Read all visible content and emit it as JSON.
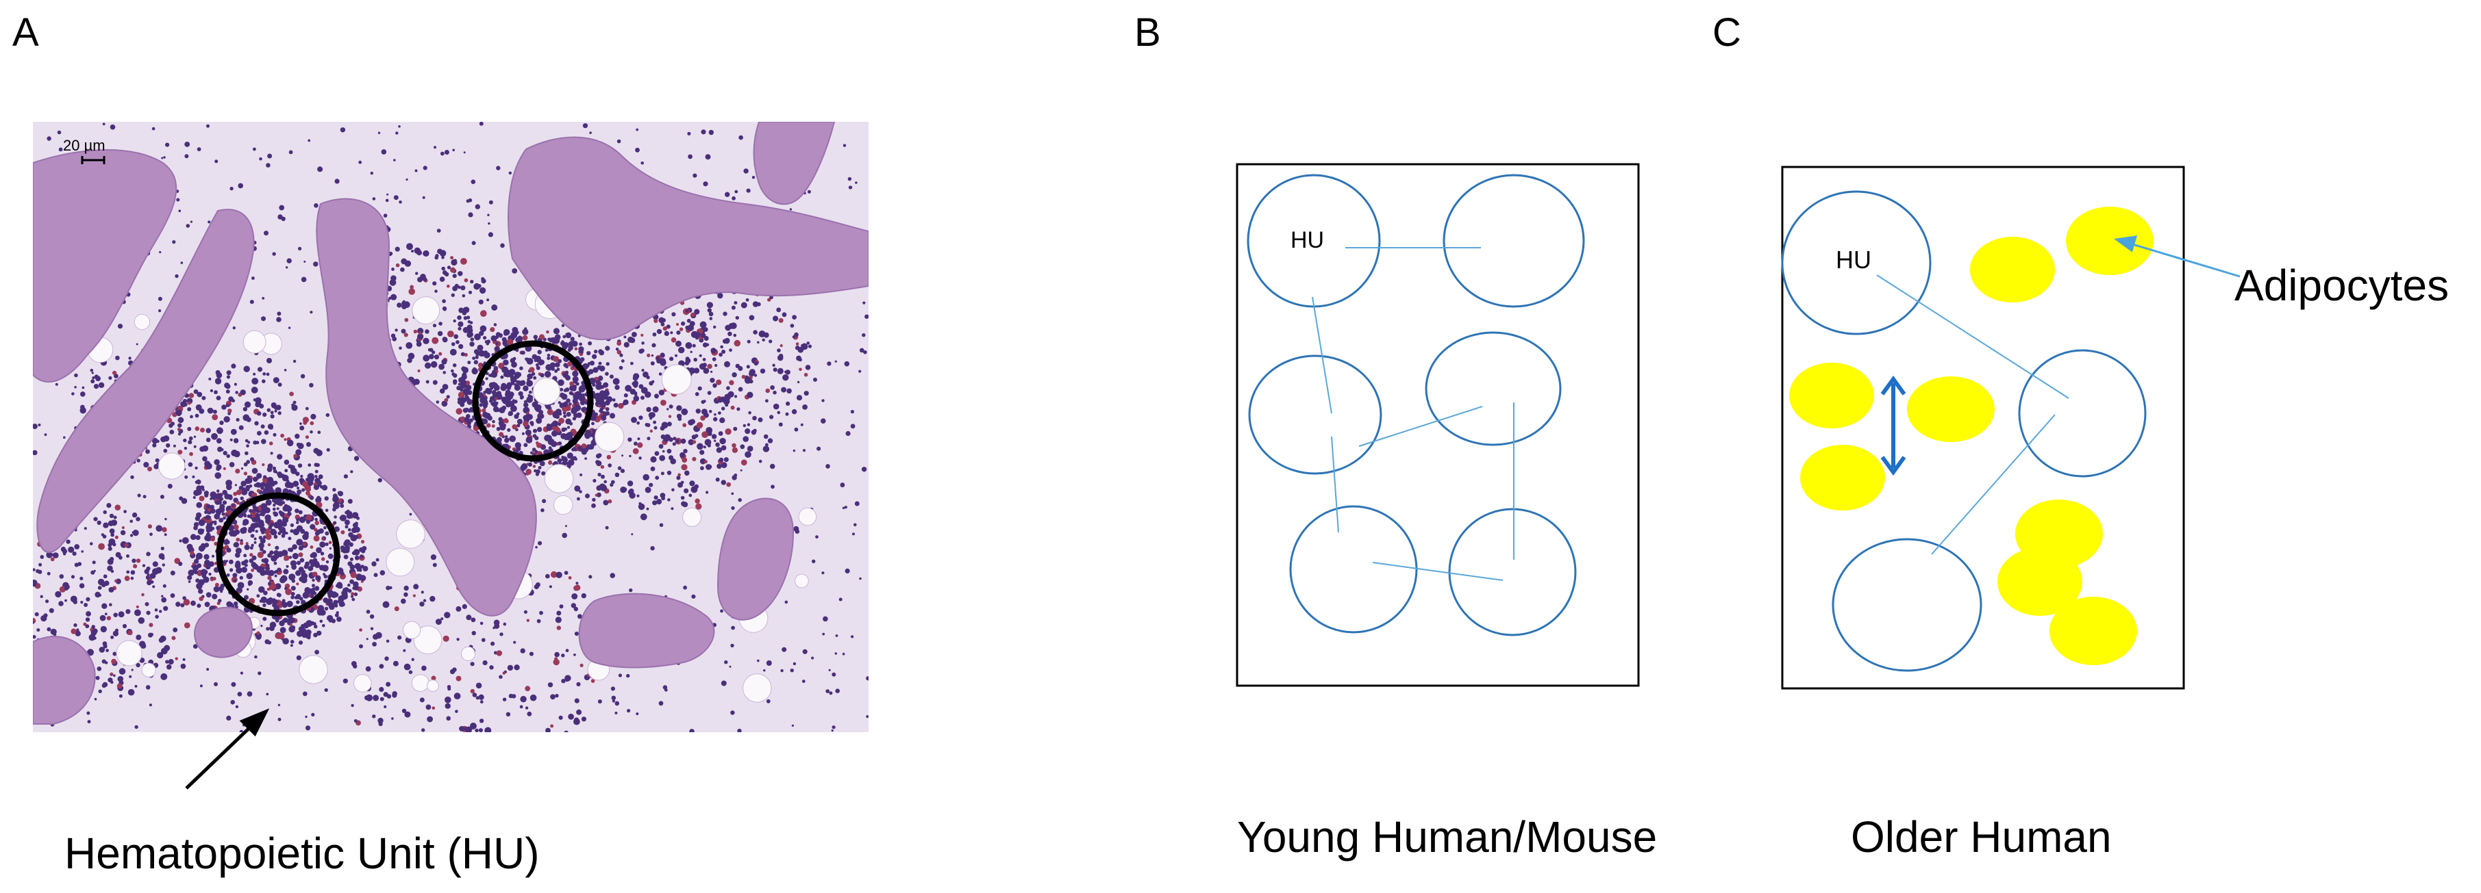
{
  "panels": {
    "a": {
      "letter": "A",
      "scale_bar": "20 µm",
      "caption": "Hematopoietic Unit (HU)"
    },
    "b": {
      "letter": "B",
      "hu_label": "HU",
      "caption": "Young Human/Mouse"
    },
    "c": {
      "letter": "C",
      "hu_label": "HU",
      "caption": "Older Human",
      "callout": "Adipocytes"
    }
  },
  "colors": {
    "hu_circle": "#2e74b5",
    "connector": "#5aa7d8",
    "adipocyte": "#ffff00",
    "arrow": "#1f6fc7",
    "bone": "#b48cc0",
    "marrow_cell": "#4a2f7a",
    "tissue_bg": "#e9e0ef"
  }
}
